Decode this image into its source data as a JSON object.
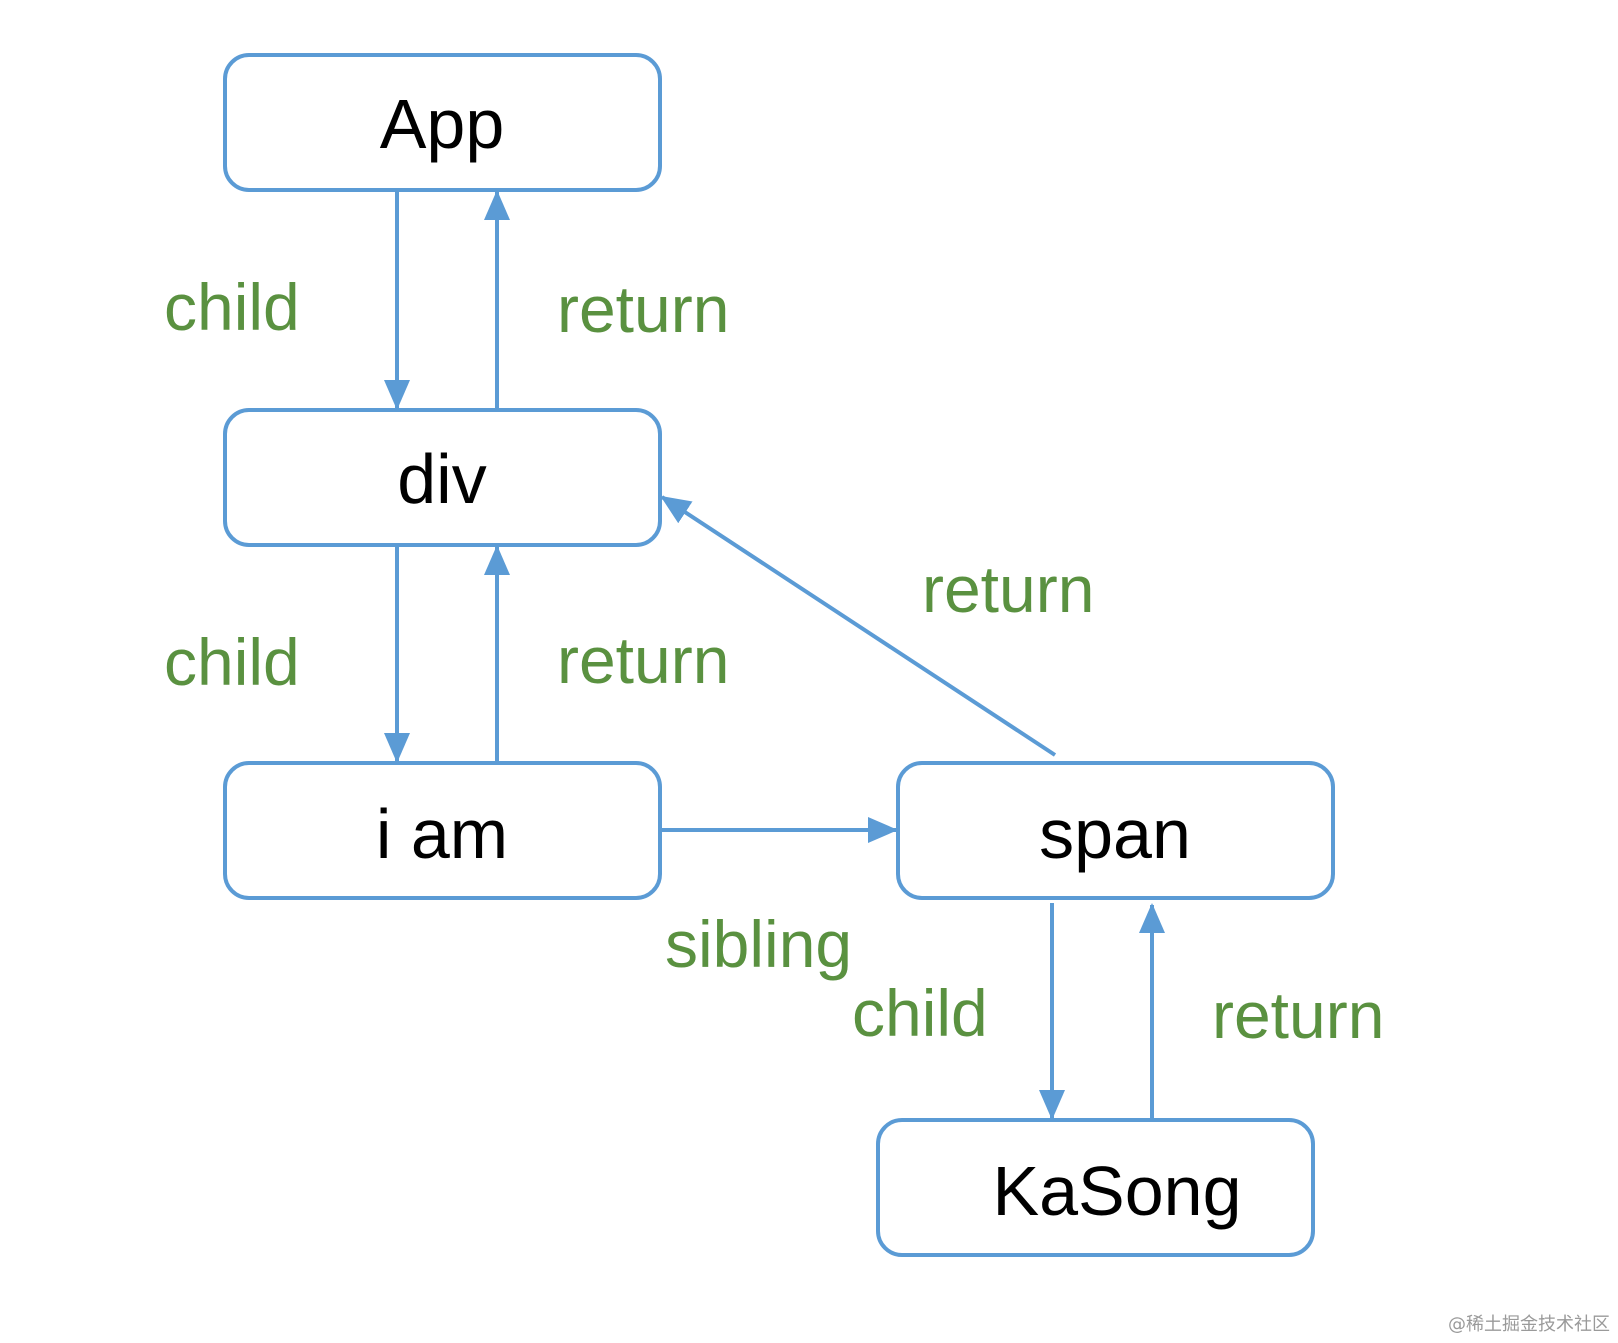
{
  "colors": {
    "node_stroke": "#5b9bd5",
    "edge": "#5b9bd5",
    "edge_label": "#5a9140",
    "node_text": "#000000"
  },
  "nodes": {
    "app": "App",
    "div": "div",
    "iam": "i am",
    "span": "span",
    "kasong": "KaSong"
  },
  "edges": {
    "app_div_child": "child",
    "div_app_return": "return",
    "div_iam_child": "child",
    "iam_div_return": "return",
    "span_div_return": "return",
    "iam_span_sibling": "sibling",
    "span_kasong_child": "child",
    "kasong_span_return": "return"
  },
  "watermark": "@稀土掘金技术社区"
}
